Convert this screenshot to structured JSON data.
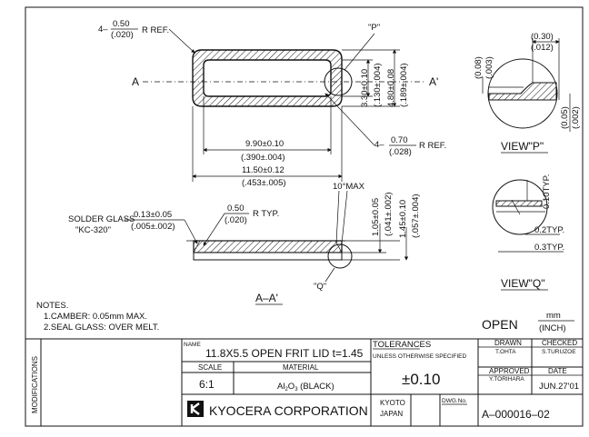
{
  "drawing": {
    "plan": {
      "corner_radius_label_num": "0.50",
      "corner_radius_label_den": "(.020)",
      "corner_radius_suffix": "R REF.",
      "corner_radius_prefix": "4–",
      "section_left": "A",
      "section_right": "A'",
      "detail_p": "\"P\"",
      "inner_height_mm": "3.30±0.10",
      "inner_height_in": "(.130±.004)",
      "outer_height_mm": "4.80±0.08",
      "outer_height_in": "(.189±.004)",
      "inner_width_mm": "9.90±0.10",
      "inner_width_in": "(.390±.004)",
      "outer_width_mm": "11.50±0.12",
      "outer_width_in": "(.453±.005)",
      "inner_radius_prefix": "4–",
      "inner_radius_num": "0.70",
      "inner_radius_den": "(.028)",
      "inner_radius_suffix": "R REF."
    },
    "section": {
      "solder_glass_label": "SOLDER GLASS",
      "solder_glass_name": "\"KC-320\"",
      "solder_glass_mm": "0.13±0.05",
      "solder_glass_in": "(.005±.002)",
      "radius_num": "0.50",
      "radius_den": "(.020)",
      "radius_suffix": "R TYP.",
      "angle": "10°MAX",
      "frit_height_mm": "1.05±0.05",
      "frit_height_in": "(.041±.002)",
      "total_height_mm": "1.45±0.10",
      "total_height_in": "(.057±.004)",
      "detail_q": "\"Q\"",
      "title": "A–A'"
    },
    "view_p": {
      "top_mm": "(0.30)",
      "top_in": "(.012)",
      "left_mm": "(0.08)",
      "left_in": "(.003)",
      "right_mm": "(0.05)",
      "right_in": "(.002)",
      "title": "VIEW\"P\""
    },
    "view_q": {
      "typ_vertical": "0.10TYP.",
      "typ1": "0.2TYP.",
      "typ2": "0.3TYP.",
      "title": "VIEW\"Q\""
    },
    "notes": {
      "heading": "NOTES.",
      "n1": "1.CAMBER: 0.05mm MAX.",
      "n2": "2.SEAL GLASS: OVER MELT."
    },
    "open_label": "OPEN",
    "unit_top": "mm",
    "unit_bottom": "(INCH)"
  },
  "title_block": {
    "modifications": "MODIFICATIONS",
    "name_label": "NAME",
    "name_value": "11.8X5.5 OPEN FRIT LID t=1.45",
    "scale_label": "SCALE",
    "scale_value": "6:1",
    "material_label": "MATERIAL",
    "material_value_prefix": "Al",
    "material_sub1": "2",
    "material_mid": "O",
    "material_sub2": "3",
    "material_suffix": " (BLACK)",
    "tolerances_label": "TOLERANCES",
    "tolerances_note": "UNLESS OTHERWISE SPECIFIED",
    "tolerance_value": "±0.10",
    "drawn_label": "DRAWN",
    "drawn_name": "T.OHTA",
    "checked_label": "CHECKED",
    "checked_name": "S.TURUZOE",
    "approved_label": "APPROVED",
    "approved_name": "Y.TORIHARA",
    "date_label": "DATE",
    "date_value": "JUN.27'01",
    "company": "KYOCERA CORPORATION",
    "city": "KYOTO",
    "country": "JAPAN",
    "dwg_label": "DWG.No.",
    "dwg_value": "A–000016–02",
    "logo_icon": "kyocera-logo-icon"
  }
}
